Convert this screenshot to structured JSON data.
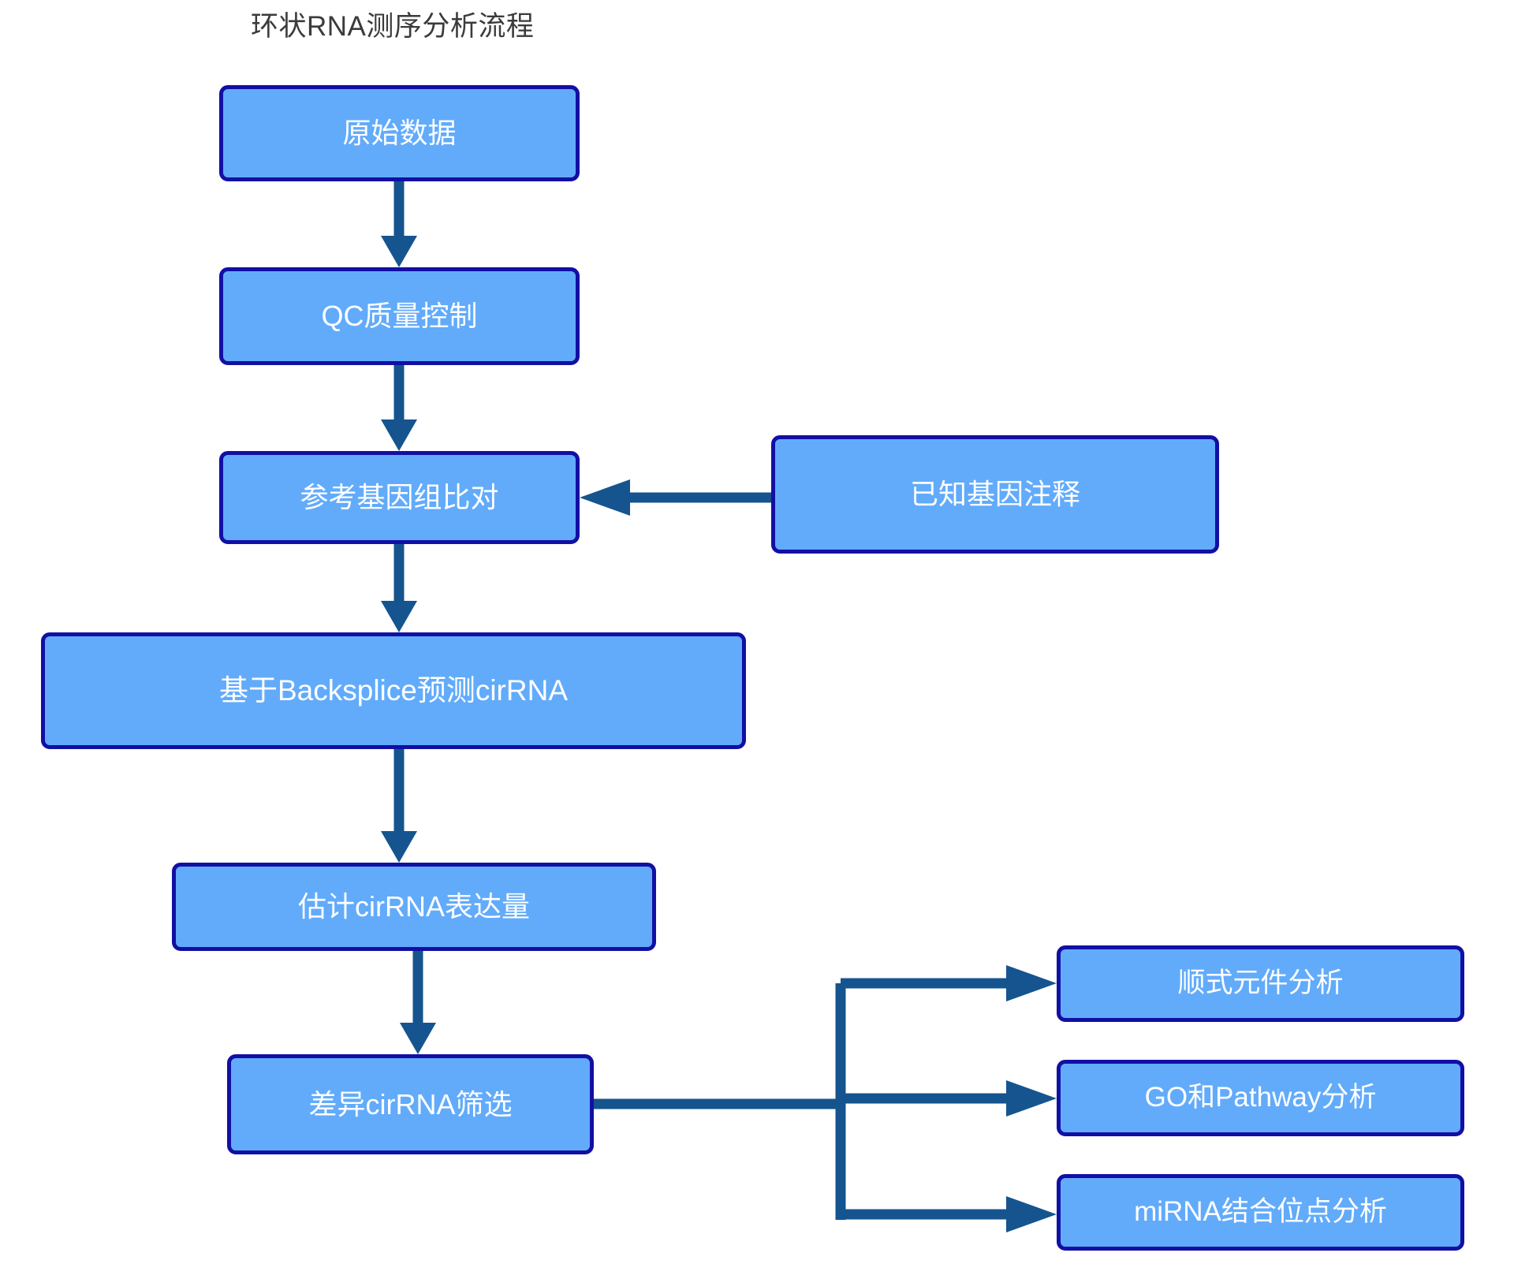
{
  "title": "环状RNA测序分析流程",
  "theme": {
    "background": "#ffffff",
    "node_fill": "#62abfb",
    "node_border": "#120fa4",
    "node_text": "#ffffff",
    "arrow_color": "#15548f",
    "title_color": "#3b3b3b"
  },
  "nodes": {
    "raw_data": "原始数据",
    "qc": "QC质量控制",
    "align": "参考基因组比对",
    "annotation": "已知基因注释",
    "backsplice": "基于Backsplice预测cirRNA",
    "quantify": "估计cirRNA表达量",
    "diff": "差异cirRNA筛选",
    "cis_element": "顺式元件分析",
    "go_pathway": "GO和Pathway分析",
    "mirna_site": "miRNA结合位点分析"
  },
  "edges": [
    {
      "id": "e1",
      "from": "raw_data",
      "to": "qc",
      "direction": "down",
      "label": ""
    },
    {
      "id": "e2",
      "from": "qc",
      "to": "align",
      "direction": "down",
      "label": ""
    },
    {
      "id": "e3",
      "from": "annotation",
      "to": "align",
      "direction": "left",
      "label": ""
    },
    {
      "id": "e4",
      "from": "align",
      "to": "backsplice",
      "direction": "down",
      "label": ""
    },
    {
      "id": "e5",
      "from": "backsplice",
      "to": "quantify",
      "direction": "down",
      "label": ""
    },
    {
      "id": "e6",
      "from": "quantify",
      "to": "diff",
      "direction": "down",
      "label": ""
    },
    {
      "id": "e7",
      "from": "diff",
      "to": "cis_element",
      "direction": "right-branch",
      "label": ""
    },
    {
      "id": "e8",
      "from": "diff",
      "to": "go_pathway",
      "direction": "right",
      "label": ""
    },
    {
      "id": "e9",
      "from": "diff",
      "to": "mirna_site",
      "direction": "right-branch",
      "label": ""
    }
  ]
}
